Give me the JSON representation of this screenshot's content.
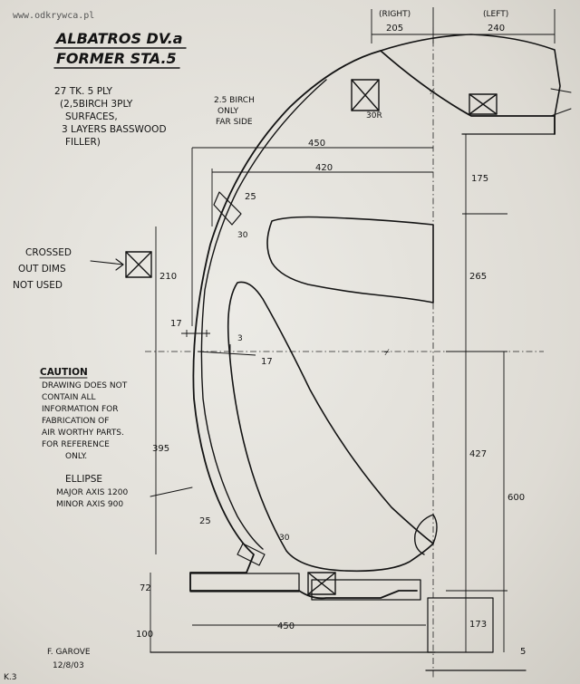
{
  "watermark": "www.odkrywca.pl",
  "title_line1": "ALBATROS DV.a",
  "title_line2": "FORMER STA.5",
  "spec": [
    "27 TK. 5 PLY",
    "(2,5BIRCH 3PLY",
    "SURFACES,",
    "3 LAYERS BASSWOOD",
    "FILLER)"
  ],
  "birch_note": [
    "2.5 BIRCH",
    "ONLY",
    "FAR SIDE"
  ],
  "crossed_note": [
    "CROSSED",
    "OUT DIMS",
    "NOT USED"
  ],
  "caution_title": "CAUTION",
  "caution_lines": [
    "DRAWING DOES NOT",
    "CONTAIN ALL",
    "INFORMATION FOR",
    "FABRICATION OF",
    "AIR WORTHY PARTS.",
    "FOR REFERENCE",
    "ONLY."
  ],
  "ellipse_lines": [
    "ELLIPSE",
    "MAJOR AXIS 1200",
    "MINOR AXIS 900"
  ],
  "signature": [
    "F. GAROVE",
    "12/8/03"
  ],
  "dims": {
    "right_label": "(RIGHT)",
    "left_label": "(LEFT)",
    "d205": "205",
    "d240": "240",
    "d450_top": "450",
    "d420": "420",
    "d25_top": "25",
    "d30_top": "30",
    "d30r": "30R",
    "d175": "175",
    "d265": "265",
    "d210": "210",
    "d17a": "17",
    "d3": "3",
    "d17b": "17",
    "d427": "427",
    "d395": "395",
    "d600": "600",
    "d25_bot": "25",
    "d30_bot": "30",
    "d72": "72",
    "d100": "100",
    "d450_bot": "450",
    "d173": "173",
    "d5": "5",
    "corner_mark": "K.3"
  }
}
